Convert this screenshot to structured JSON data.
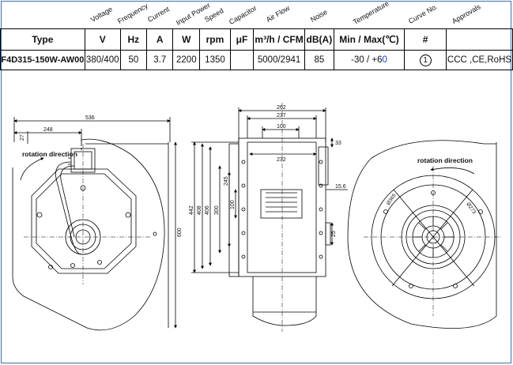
{
  "header_labels": {
    "voltage": "Voltage",
    "frequency": "Frequency",
    "current": "Current",
    "input_power": "Input Power",
    "speed": "Speed",
    "capacitor": "Capacitor",
    "air_flow": "Air Flow",
    "noise": "Noise",
    "temperature": "Temperature",
    "curve_no": "Curve No.",
    "approvals": "Approvals"
  },
  "columns": {
    "type": "Type",
    "voltage_unit": "V",
    "frequency_unit": "Hz",
    "current_unit": "A",
    "power_unit": "W",
    "speed_unit": "rpm",
    "capacitor_unit": "μF",
    "airflow_unit": "m³/h / CFM",
    "noise_unit": "dB(A)",
    "temperature_unit": "Min / Max(℃)",
    "curve_unit": "#"
  },
  "row": {
    "type": "F4D315-150W-AW00",
    "voltage": "380/400",
    "frequency": "50",
    "current": "3.7",
    "power": "2200",
    "speed": "1350",
    "capacitor": "",
    "airflow": "5000/2941",
    "noise": "85",
    "temperature_min": "-30 / +6",
    "temperature_max_digit": "0",
    "curve": "1",
    "approvals": "CCC ,CE,RoHS"
  },
  "drawing": {
    "left_view": {
      "rotation_label": "rotation direction",
      "dim_overall_width": "536",
      "dim_half_width": "248",
      "dim_offset": "27",
      "dim_height": "600"
    },
    "middle_view": {
      "dim_total_width": "262",
      "dim_237": "237",
      "dim_100": "100",
      "dim_232": "232",
      "dim_33": "33",
      "dim_15_6": "15.6",
      "dim_245": "245",
      "dim_442": "442",
      "dim_408": "408",
      "dim_406": "406",
      "dim_300": "300",
      "dim_100_v": "100",
      "dim_25": "25"
    },
    "right_view": {
      "rotation_label": "rotation direction",
      "dim_diameter_left": "Ø365",
      "dim_diameter_right": "Ø273"
    }
  }
}
